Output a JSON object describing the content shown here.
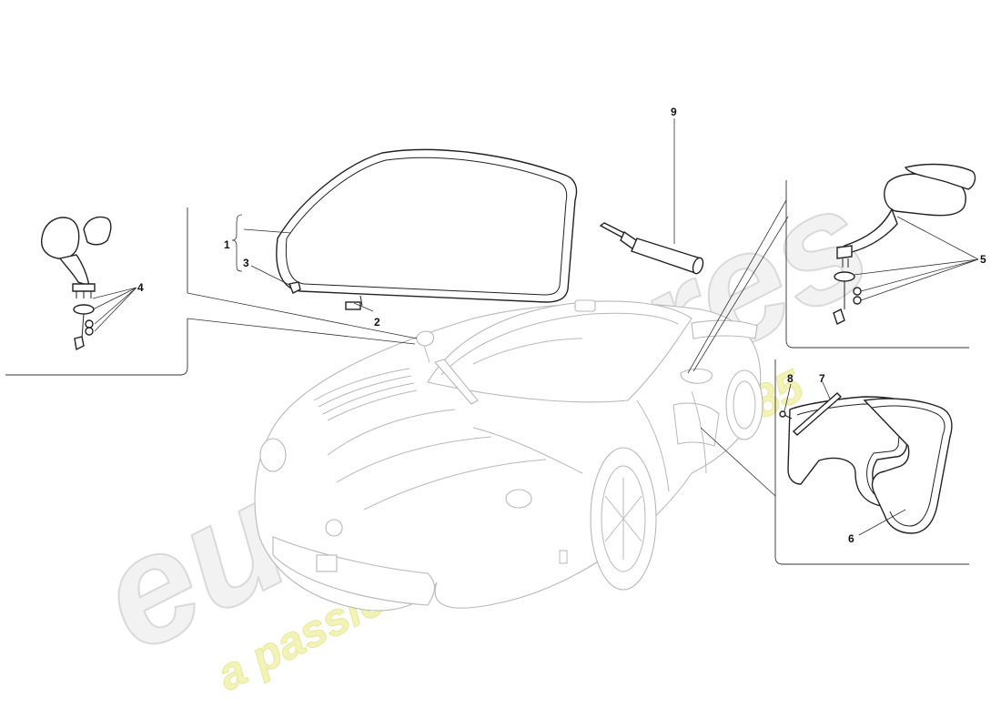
{
  "watermark": {
    "brand": "eurospares",
    "slogan": "a passion for parts since 1985"
  },
  "callouts": {
    "c1": "1",
    "c2": "2",
    "c3": "3",
    "c4": "4",
    "c5": "5",
    "c6": "6",
    "c7": "7",
    "c8": "8",
    "c9": "9"
  },
  "colors": {
    "line": "#222222",
    "car_ghost": "#b8b8b8",
    "watermark_grey": "#d9d9d9",
    "watermark_yellow": "#e7e79a"
  }
}
